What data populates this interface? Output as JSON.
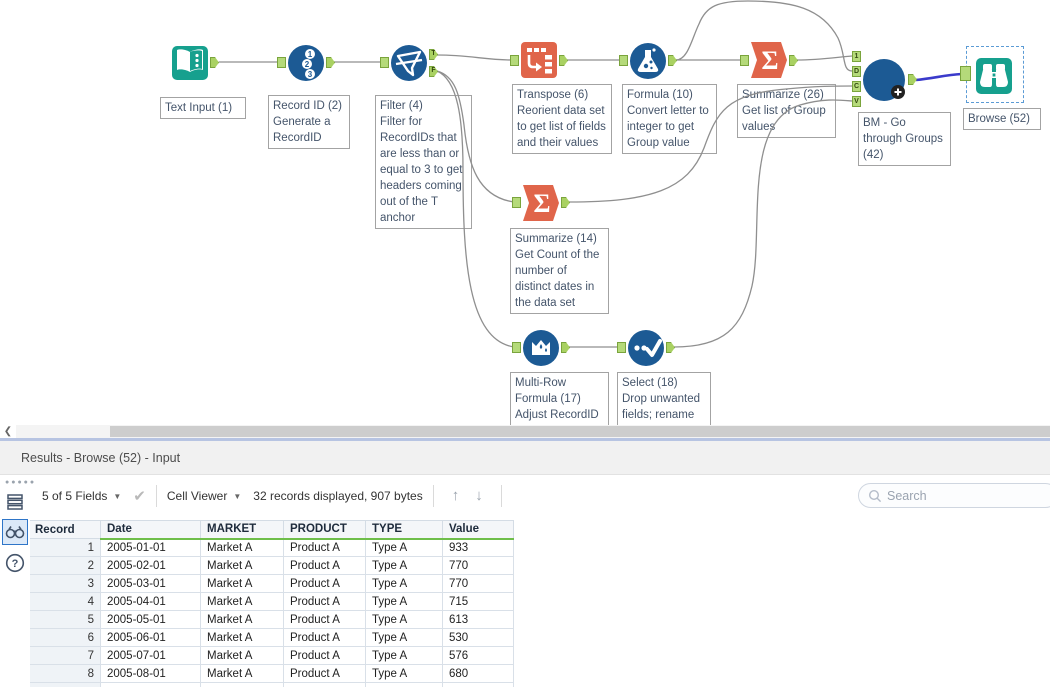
{
  "colors": {
    "teal": "#16a08e",
    "tool_blue": "#1c5a94",
    "orange": "#e0654a",
    "anchor_green": "#b5da7a",
    "wire": "#8f8f8f",
    "selected_wire": "#3a3acb",
    "header_green": "#6fbe4a",
    "selection_blue": "#5b9bd5"
  },
  "canvas": {
    "tools": {
      "text_input": {
        "title": "Text Input (1)",
        "desc": ""
      },
      "record_id": {
        "title": "Record ID (2)",
        "desc": "Generate a RecordID"
      },
      "filter": {
        "title": "Filter (4)",
        "desc": "Filter for RecordIDs that are less than or equal to 3 to get headers coming out of the T anchor"
      },
      "transpose": {
        "title": "Transpose (6)",
        "desc": "Reorient data set to get list of fields and their values"
      },
      "formula": {
        "title": "Formula (10)",
        "desc": "Convert letter to integer to get Group value"
      },
      "summarize26": {
        "title": "Summarize (26)",
        "desc": "Get list of Group values"
      },
      "summarize14": {
        "title": "Summarize (14)",
        "desc": "Get Count of the number of distinct dates in the data set"
      },
      "multirow": {
        "title": "Multi-Row Formula (17)",
        "desc": "Adjust RecordID"
      },
      "select": {
        "title": "Select (18)",
        "desc": "Drop unwanted fields; rename"
      },
      "macro": {
        "title": "BM - Go through Groups (42)"
      },
      "browse": {
        "title": "Browse (52)"
      }
    },
    "filter_anchors": {
      "t": "T",
      "f": "F"
    },
    "macro_anchors": {
      "a1": "1",
      "a2": "D",
      "a3": "C",
      "a4": "V"
    }
  },
  "results": {
    "title": "Results - Browse (52) - Input",
    "toolbar": {
      "fields": "5 of 5 Fields",
      "cell_viewer": "Cell Viewer",
      "records_info": "32 records displayed, 907 bytes",
      "search_placeholder": "Search"
    },
    "table": {
      "headers": [
        "Record",
        "Date",
        "MARKET",
        "PRODUCT",
        "TYPE",
        "Value"
      ],
      "rows": [
        [
          "1",
          "2005-01-01",
          "Market A",
          "Product A",
          "Type A",
          "933"
        ],
        [
          "2",
          "2005-02-01",
          "Market A",
          "Product A",
          "Type A",
          "770"
        ],
        [
          "3",
          "2005-03-01",
          "Market A",
          "Product A",
          "Type A",
          "770"
        ],
        [
          "4",
          "2005-04-01",
          "Market A",
          "Product A",
          "Type A",
          "715"
        ],
        [
          "5",
          "2005-05-01",
          "Market A",
          "Product A",
          "Type A",
          "613"
        ],
        [
          "6",
          "2005-06-01",
          "Market A",
          "Product A",
          "Type A",
          "530"
        ],
        [
          "7",
          "2005-07-01",
          "Market A",
          "Product A",
          "Type A",
          "576"
        ],
        [
          "8",
          "2005-08-01",
          "Market A",
          "Product A",
          "Type A",
          "680"
        ]
      ]
    }
  }
}
